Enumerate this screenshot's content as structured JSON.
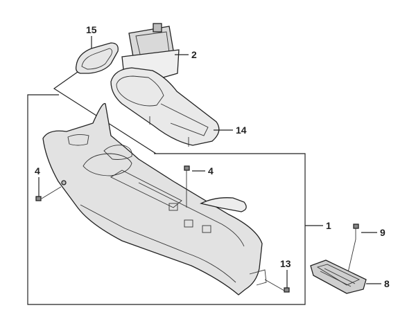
{
  "diagram": {
    "labels": {
      "l15": "15",
      "l2": "2",
      "l14": "14",
      "l4a": "4",
      "l4b": "4",
      "l1": "1",
      "l9": "9",
      "l13": "13",
      "l8": "8"
    }
  }
}
